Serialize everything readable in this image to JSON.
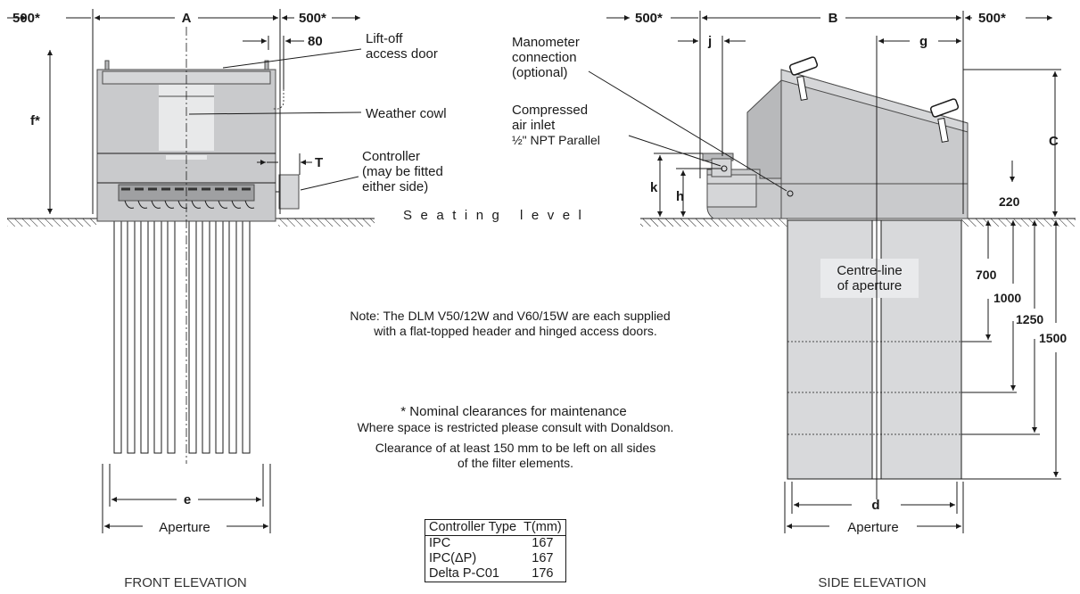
{
  "front": {
    "title": "FRONT ELEVATION",
    "dims": {
      "clear_left": "500*",
      "width": "A",
      "clear_right": "500*",
      "door_gap": "80",
      "height": "f*",
      "controller_offset": "T",
      "elements_width": "e"
    },
    "labels": {
      "door": [
        "Lift-off",
        "access door"
      ],
      "cowl": "Weather cowl",
      "controller": [
        "Controller",
        "(may be fitted",
        "either side)"
      ],
      "aperture": "Aperture"
    }
  },
  "side": {
    "title": "SIDE ELEVATION",
    "dims": {
      "clear_left": "500*",
      "depth": "B",
      "clear_right": "500*",
      "j": "j",
      "g": "g",
      "height": "C",
      "k": "k",
      "h": "h",
      "d": "d"
    },
    "level_220": "220",
    "depths": [
      "700",
      "1000",
      "1250",
      "1500"
    ],
    "labels": {
      "manometer": [
        "Manometer",
        "connection",
        "(optional)"
      ],
      "air_inlet": [
        "Compressed",
        "air inlet",
        "½\" NPT Parallel"
      ],
      "centreline": [
        "Centre-line",
        "of aperture"
      ],
      "aperture": "Aperture"
    }
  },
  "seating_level": "Seating level",
  "note": {
    "line1": "Note:  The DLM V50/12W and V60/15W are each supplied",
    "line2": "with a flat-topped header and hinged access doors."
  },
  "clearance": {
    "heading": "* Nominal clearances for maintenance",
    "line1": "Where space is restricted please consult with Donaldson.",
    "line2": "Clearance of at least 150 mm to be left on all sides",
    "line3": "of the filter elements."
  },
  "table": {
    "headers": [
      "Controller Type",
      "T(mm)"
    ],
    "rows": [
      {
        "type": "IPC",
        "t": "167"
      },
      {
        "type": "IPC(ΔP)",
        "t": "167"
      },
      {
        "type": "Delta P-C01",
        "t": "176"
      }
    ]
  }
}
